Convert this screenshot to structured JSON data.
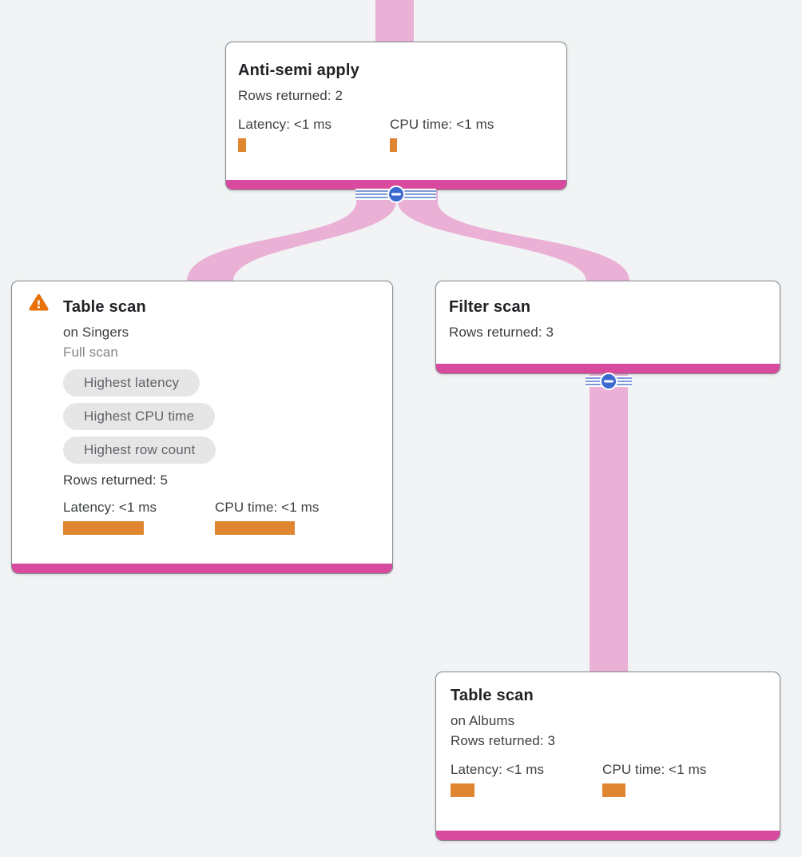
{
  "theme": {
    "bg": "#f1f3f4",
    "card_bg": "#ffffff",
    "card_border": "#858b91",
    "accent_bar": "#d84a9e",
    "edge_pink": "#eab0d5",
    "metric_orange": "#e08630",
    "warning_orange": "#e8710a",
    "collapse_blue": "#3b69cf",
    "stripe_blue": "#7e9ad9",
    "badge_bg": "#e6e6e7",
    "badge_text": "#5f6368",
    "title_text": "#202124",
    "body_text": "#3c4043",
    "muted_text": "#80868b"
  },
  "nodes": {
    "anti_semi": {
      "title": "Anti-semi apply",
      "rows": "Rows returned: 2",
      "latency": "Latency: <1 ms",
      "cpu": "CPU time: <1 ms",
      "latency_bar": 10,
      "cpu_bar": 9
    },
    "singers": {
      "title": "Table scan",
      "on": "on Singers",
      "scan": "Full scan",
      "badges": [
        "Highest latency",
        "Highest CPU time",
        "Highest row count"
      ],
      "rows": "Rows returned: 5",
      "latency": "Latency: <1 ms",
      "cpu": "CPU time: <1 ms",
      "latency_bar": 101,
      "cpu_bar": 100
    },
    "filter": {
      "title": "Filter scan",
      "rows": "Rows returned: 3"
    },
    "albums": {
      "title": "Table scan",
      "on": "on Albums",
      "rows": "Rows returned: 3",
      "latency": "Latency: <1 ms",
      "cpu": "CPU time: <1 ms",
      "latency_bar": 30,
      "cpu_bar": 29
    }
  }
}
